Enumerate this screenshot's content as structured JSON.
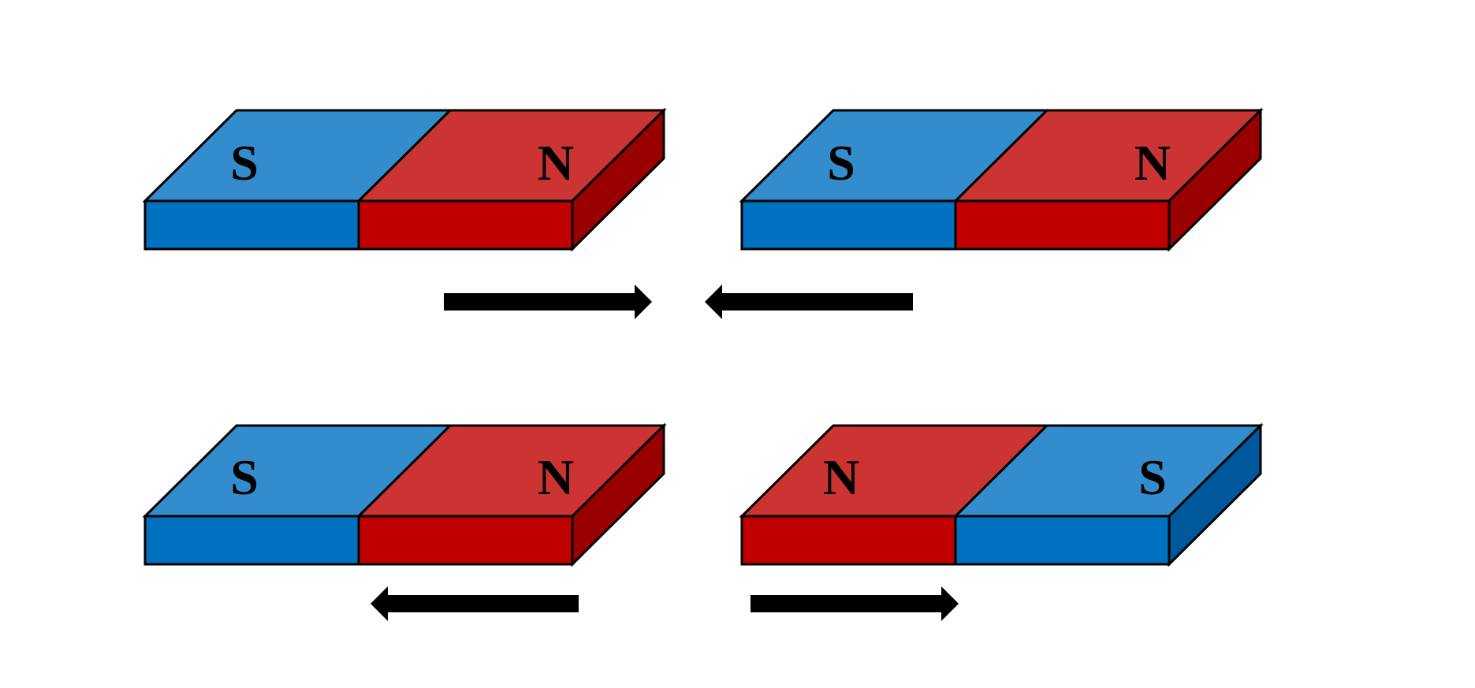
{
  "colors": {
    "S": {
      "top": "#338ccc",
      "front": "#0070c0",
      "side": "#00589c"
    },
    "N": {
      "top": "#cc3333",
      "front": "#c00000",
      "side": "#990000"
    },
    "arrow": "#000000",
    "outline": "#000000",
    "background": "#ffffff"
  },
  "magnets": [
    {
      "id": "top-left",
      "left_pole": "S",
      "right_pole": "N"
    },
    {
      "id": "top-right",
      "left_pole": "S",
      "right_pole": "N"
    },
    {
      "id": "bottom-left",
      "left_pole": "S",
      "right_pole": "N"
    },
    {
      "id": "bottom-right",
      "left_pole": "N",
      "right_pole": "S"
    }
  ],
  "arrows": [
    {
      "id": "top-left-arrow",
      "direction": "right"
    },
    {
      "id": "top-right-arrow",
      "direction": "left"
    },
    {
      "id": "bottom-left-arrow",
      "direction": "left"
    },
    {
      "id": "bottom-right-arrow",
      "direction": "right"
    }
  ]
}
